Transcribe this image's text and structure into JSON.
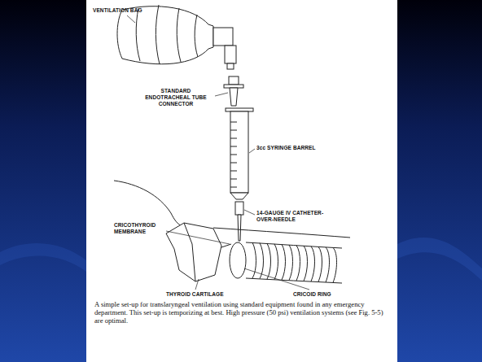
{
  "diagram": {
    "caption": "A simple set-up for translaryngeal ventilation using standard equipment found in any emergency department. This set-up is temporizing at best. High pressure (50 psi) ventilation systems (see Fig. 5-5) are optimal.",
    "labels": [
      "VENTILATION BAG",
      "STANDARD ENDOTRACHEAL TUBE CONNECTOR",
      "3cc SYRINGE BARREL",
      "14-GAUGE IV CATHETER-OVER-NEEDLE",
      "CRICOTHYROID MEMBRANE",
      "THYROID CARTILAGE",
      "CRICOID RING"
    ]
  }
}
